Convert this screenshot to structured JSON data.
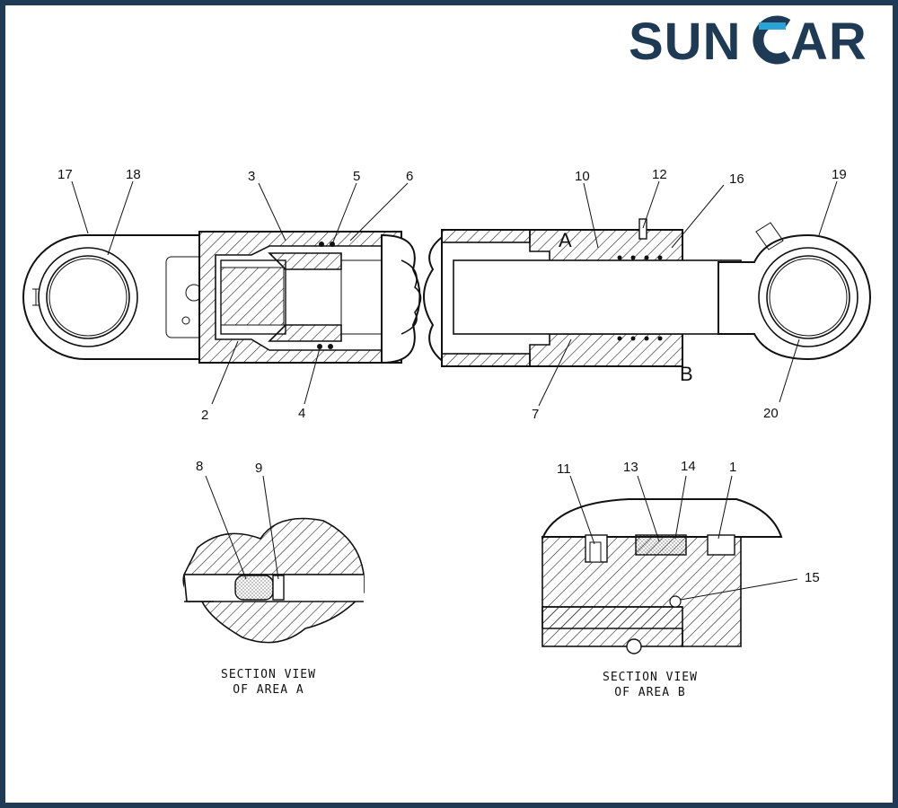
{
  "logo": {
    "text_left": "SUN",
    "text_right": "AR",
    "color_dark": "#1e3a55",
    "color_accent": "#2aa3d8"
  },
  "frame_color": "#1e3a55",
  "callouts": {
    "c1": "1",
    "c2": "2",
    "c3": "3",
    "c4": "4",
    "c5": "5",
    "c6": "6",
    "c7": "7",
    "c8": "8",
    "c9": "9",
    "c10": "10",
    "c11": "11",
    "c12": "12",
    "c13": "13",
    "c14": "14",
    "c15": "15",
    "c16": "16",
    "c17": "17",
    "c18": "18",
    "c19": "19",
    "c20": "20"
  },
  "area_markers": {
    "a": "A",
    "b": "B"
  },
  "captions": {
    "section_a_line1": "SECTION VIEW",
    "section_a_line2": "OF AREA A",
    "section_b_line1": "SECTION VIEW",
    "section_b_line2": "OF AREA B"
  }
}
